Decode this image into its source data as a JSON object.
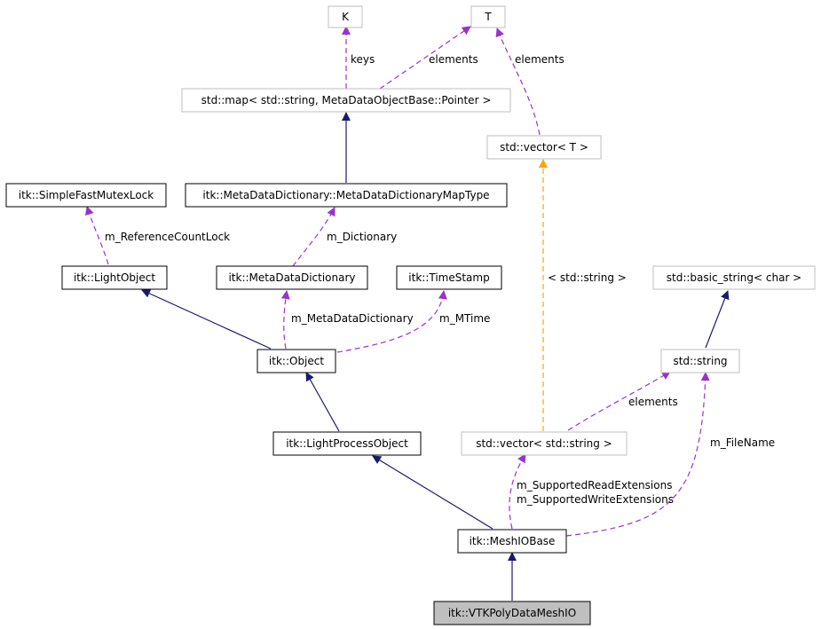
{
  "colors": {
    "inheritance": "#191970",
    "usage": "#9a32cd",
    "template": "#ffa500",
    "node_border": "#000000",
    "external_border": "#bfbfbf",
    "current_fill": "#bfbfbf"
  },
  "nodes": {
    "K": "K",
    "T": "T",
    "std_map": "std::map< std::string, MetaDataObjectBase::Pointer >",
    "std_vector_T": "std::vector< T >",
    "simple_fast_mutex_lock": "itk::SimpleFastMutexLock",
    "meta_data_dictionary_map_type": "itk::MetaDataDictionary::MetaDataDictionaryMapType",
    "light_object": "itk::LightObject",
    "meta_data_dictionary": "itk::MetaDataDictionary",
    "time_stamp": "itk::TimeStamp",
    "basic_string": "std::basic_string< char >",
    "object": "itk::Object",
    "std_string": "std::string",
    "light_process_object": "itk::LightProcessObject",
    "vector_string": "std::vector< std::string >",
    "mesh_io_base": "itk::MeshIOBase",
    "vtk_poly_data_mesh_io": "itk::VTKPolyDataMeshIO"
  },
  "edge_labels": {
    "keys": "keys",
    "map_elements": "elements",
    "vector_T_elements": "elements",
    "reference_count_lock": "m_ReferenceCountLock",
    "dictionary": "m_Dictionary",
    "meta_data_dictionary": "m_MetaDataDictionary",
    "m_time": "m_MTime",
    "template_arg": "< std::string >",
    "string_elements": "elements",
    "file_name": "m_FileName",
    "supported_read": "m_SupportedReadExtensions",
    "supported_write": "m_SupportedWriteExtensions"
  }
}
